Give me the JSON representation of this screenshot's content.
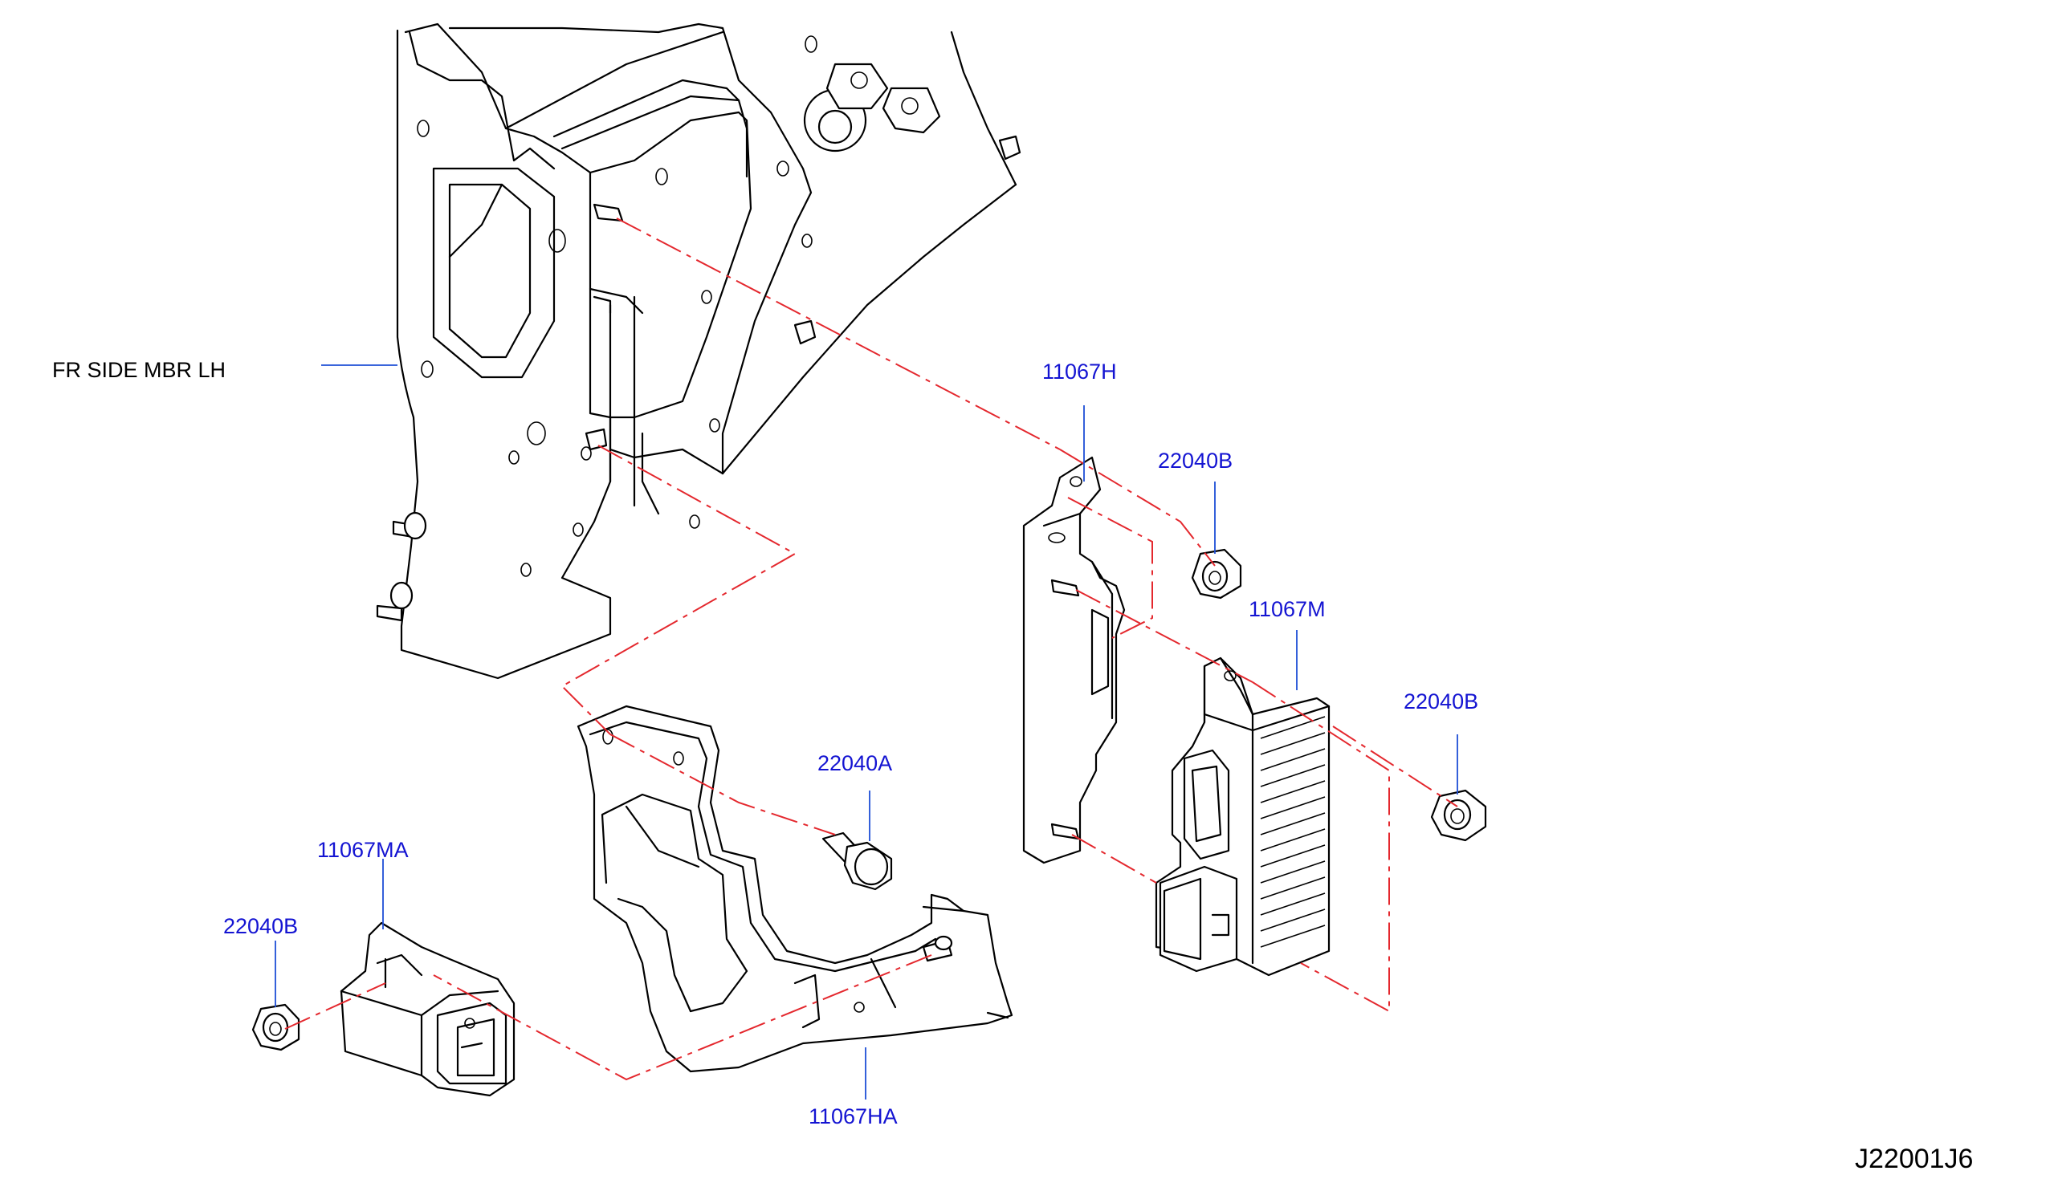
{
  "labels": {
    "fr_side_mbr": "FR  SIDE  MBR  LH",
    "p11067H": "11067H",
    "p22040B_top": "22040B",
    "p11067M": "11067M",
    "p22040B_right": "22040B",
    "p22040A": "22040A",
    "p11067MA": "11067MA",
    "p22040B_left": "22040B",
    "p11067HA": "11067HA"
  },
  "diagram_ref": "J22001J6",
  "colors": {
    "part_label": "#1414d2",
    "leader": "#1e4fd6",
    "alignment_line": "#e4282e",
    "outline": "#000000"
  }
}
